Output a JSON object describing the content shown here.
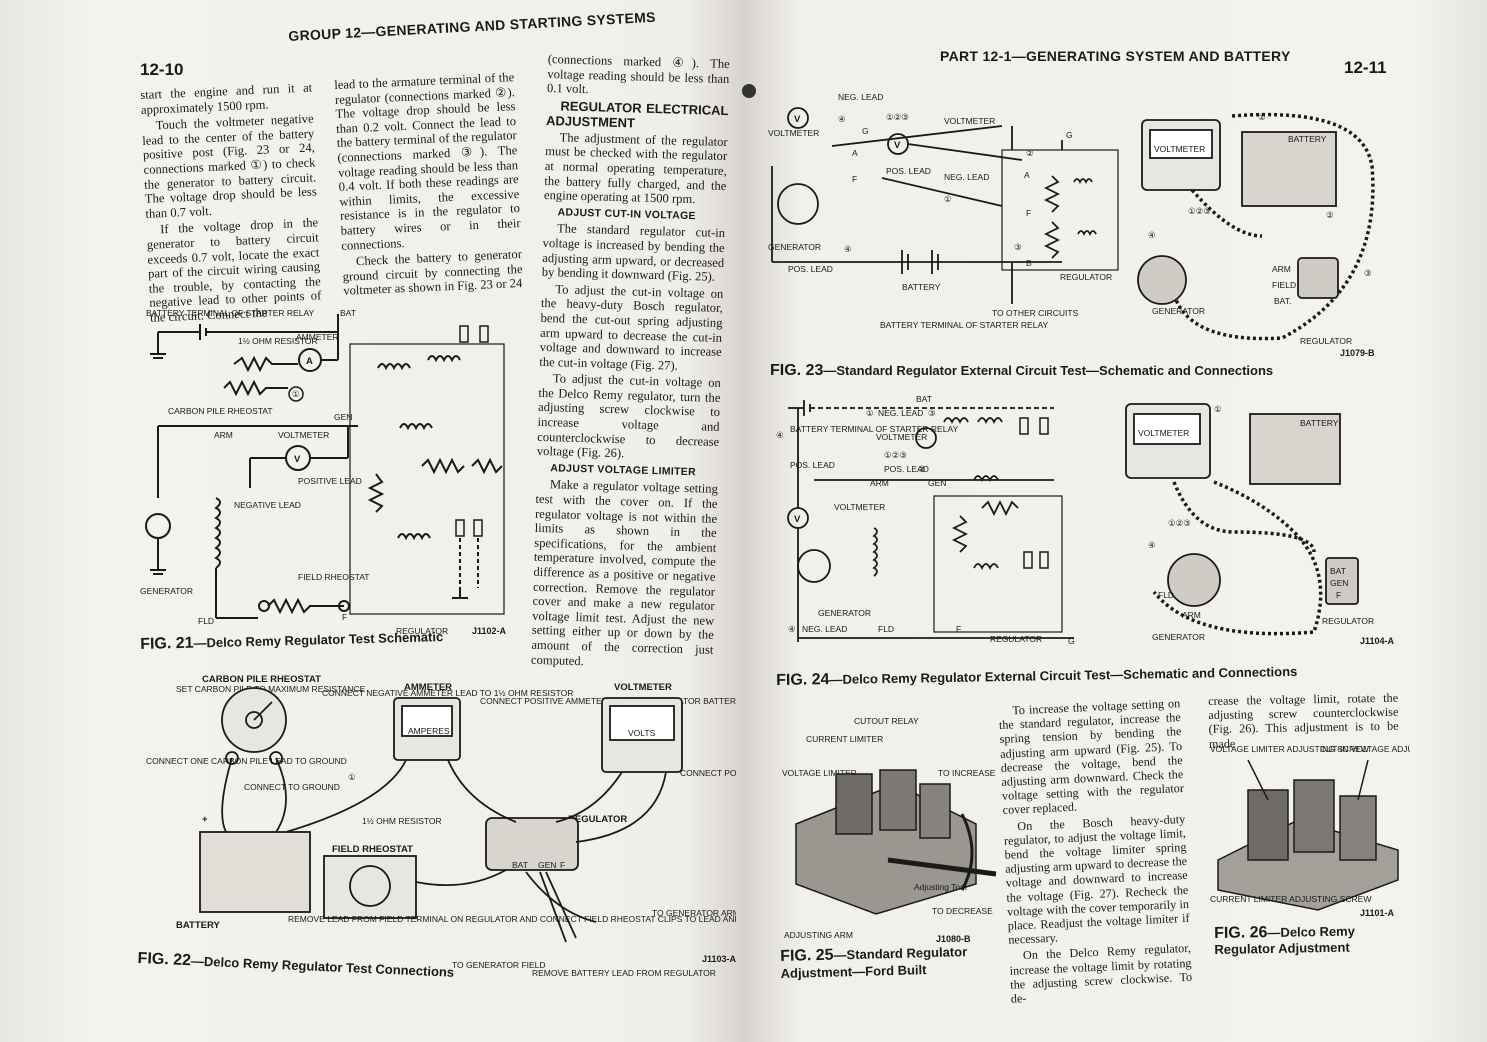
{
  "left_page": {
    "page_number": "12-10",
    "header_title": "GROUP 12—GENERATING AND STARTING SYSTEMS",
    "col1": [
      "start the engine and run it at approximately 1500 rpm.",
      "Touch the voltmeter negative lead to the center of the battery positive post (Fig. 23 or 24, connections marked ①) to check the generator to battery circuit. The voltage drop should be less than 0.7 volt.",
      "If the voltage drop in the generator to battery circuit exceeds 0.7 volt, locate the exact part of the circuit wiring causing the trouble, by contacting the negative lead to other points of the circuit. Connect the"
    ],
    "col2": [
      "lead to the armature terminal of the regulator (connections marked ②). The voltage drop should be less than 0.2 volt. Connect the lead to the battery terminal of the regulator (connections marked ③). The voltage reading should be less than 0.4 volt. If both these readings are within limits, the excessive resistance is in the regulator to battery wires or in their connections.",
      "Check the battery to generator ground circuit by connecting the voltmeter as shown in Fig. 23 or 24"
    ],
    "col3_intro": "(connections marked ④). The voltage reading should be less than 0.1 volt.",
    "col3_section": "REGULATOR ELECTRICAL ADJUSTMENT",
    "col3_p1": "The adjustment of the regulator must be checked with the regulator at normal operating temperature, the battery fully charged, and the engine operating at 1500 rpm.",
    "col3_sub1": "ADJUST CUT-IN VOLTAGE",
    "col3_p2": "The standard regulator cut-in voltage is increased by bending the adjusting arm upward, or decreased by bending it downward (Fig. 25).",
    "col3_p3": "To adjust the cut-in voltage on the heavy-duty Bosch regulator, bend the cut-out spring adjusting arm upward to decrease the cut-in voltage and downward to increase the cut-in voltage (Fig. 27).",
    "col3_p4": "To adjust the cut-in voltage on the Delco Remy regulator, turn the adjusting screw clockwise to increase voltage and counterclockwise to decrease voltage (Fig. 26).",
    "col3_sub2": "ADJUST VOLTAGE LIMITER",
    "col3_p5": "Make a regulator voltage setting test with the cover on. If the regulator voltage is not within the limits as shown in the specifications, for the ambient temperature involved, compute the difference as a positive or negative correction. Remove the regulator cover and make a new regulator voltage limit test. Adjust the new setting either up or down by the amount of the correction just computed.",
    "fig21": {
      "caption_num": "FIG. 21",
      "caption_text": "—Delco Remy Regulator Test Schematic",
      "code": "J1102-A",
      "labels": {
        "battery_terminal": "BATTERY TERMINAL OF STARTER RELAY",
        "resistor": "1½ OHM RESISTOR",
        "ammeter": "AMMETER",
        "carbon_pile": "CARBON PILE RHEOSTAT",
        "bat": "BAT",
        "gen": "GEN",
        "arm": "ARM",
        "voltmeter": "VOLTMETER",
        "positive_lead": "POSITIVE LEAD",
        "negative_lead": "NEGATIVE LEAD",
        "generator": "GENERATOR",
        "field_rheostat": "FIELD RHEOSTAT",
        "fld": "FLD",
        "f": "F",
        "regulator": "REGULATOR",
        "a": "A",
        "v": "V",
        "one": "①"
      }
    },
    "fig22": {
      "caption_num": "FIG. 22",
      "caption_text": "—Delco Remy Regulator Test Connections",
      "code": "J1103-A",
      "labels": {
        "carbon_pile": "CARBON PILE RHEOSTAT",
        "set_carbon": "SET CARBON PILE TO MAXIMUM RESISTANCE",
        "connect_neg": "CONNECT NEGATIVE AMMETER LEAD TO 1½ OHM RESISTOR",
        "ammeter": "AMMETER",
        "amperes": "AMPERES",
        "connect_pos": "CONNECT POSITIVE AMMETER LEAD TO REGULATOR BATTERY TERMINAL",
        "voltmeter": "VOLTMETER",
        "volts": "VOLTS",
        "connect_one": "CONNECT ONE CARBON PILE LEAD TO GROUND",
        "connect_ground": "CONNECT TO GROUND",
        "connect_positive_voltmeter": "CONNECT POSITIVE VOLTMETER LEAD TO GENERATOR TERMINAL",
        "ohm_resistor": "1½ OHM RESISTOR",
        "regulator": "REGULATOR",
        "field_rheostat": "FIELD RHEOSTAT",
        "battery": "BATTERY",
        "remove_lead": "REMOVE LEAD FROM FIELD TERMINAL ON REGULATOR AND CONNECT FIELD RHEOSTAT CLIPS TO LEAD AND TERMINAL",
        "to_gen_field": "TO GENERATOR FIELD",
        "remove_battery": "REMOVE BATTERY LEAD FROM REGULATOR",
        "to_gen_arm": "TO GENERATOR ARMATURE",
        "bat": "BAT",
        "gen": "GEN",
        "f": "F",
        "plus": "+",
        "minus": "−",
        "one": "①"
      }
    }
  },
  "right_page": {
    "page_number": "12-11",
    "header_title": "PART 12-1—GENERATING SYSTEM AND BATTERY",
    "fig23": {
      "caption_num": "FIG. 23",
      "caption_text": "—Standard Regulator External Circuit Test—Schematic and Connections",
      "code": "J1079-B",
      "labels": {
        "neg_lead": "NEG. LEAD",
        "voltmeter": "VOLTMETER",
        "pos_lead": "POS. LEAD",
        "generator": "GENERATOR",
        "battery": "BATTERY",
        "battery_terminal": "BATTERY TERMINAL OF STARTER RELAY",
        "to_other": "TO OTHER CIRCUITS",
        "regulator": "REGULATOR",
        "arm": "ARM",
        "field": "FIELD",
        "bat": "BAT.",
        "g": "G",
        "a": "A",
        "f": "F",
        "b": "B",
        "v": "V",
        "voltmeter_face": "VOLTMETER",
        "c123": "①②③",
        "c1": "①",
        "c2": "②",
        "c3": "③",
        "c4": "④"
      }
    },
    "fig24": {
      "caption_num": "FIG. 24",
      "caption_text": "—Delco Remy Regulator External Circuit Test—Schematic and Connections",
      "code": "J1104-A",
      "labels": {
        "neg_lead": "NEG. LEAD",
        "battery_terminal": "BATTERY TERMINAL OF STARTER RELAY",
        "voltmeter": "VOLTMETER",
        "pos_lead": "POS. LEAD",
        "bat": "BAT",
        "arm": "ARM",
        "gen": "GEN",
        "generator": "GENERATOR",
        "neg_lead2": "NEG. LEAD",
        "fld": "FLD",
        "f": "F",
        "regulator": "REGULATOR",
        "g": "G",
        "battery": "BATTERY",
        "voltmeter_face": "VOLTMETER",
        "c123": "①②③",
        "c1": "①",
        "c2": "②",
        "c3": "③",
        "c4": "④",
        "v": "V",
        "gen_label": "GEN",
        "bat_label": "BAT",
        "f_label": "F"
      }
    },
    "fig25": {
      "caption_num": "FIG. 25",
      "caption_text": "—Standard Regulator Adjustment—Ford Built",
      "code": "J1080-B",
      "labels": {
        "current_limiter": "CURRENT LIMITER",
        "cutout_relay": "CUTOUT RELAY",
        "voltage_limiter": "VOLTAGE LIMITER",
        "to_increase": "TO INCREASE",
        "adjusting_tool": "Adjusting Tool",
        "to_decrease": "TO DECREASE",
        "adjusting_arm": "ADJUSTING ARM"
      }
    },
    "text_col1": [
      "To increase the voltage setting on the standard regulator, increase the spring tension by bending the adjusting arm upward (Fig. 25). To decrease the voltage, bend the adjusting arm downward. Check the voltage setting with the regulator cover replaced.",
      "On the Bosch heavy-duty regulator, to adjust the voltage limit, bend the voltage limiter spring adjusting arm upward to decrease the voltage and downward to increase the voltage (Fig. 27). Recheck the voltage with the cover temporarily in place. Readjust the voltage limiter if necessary.",
      "On the Delco Remy regulator, increase the voltage limit by rotating the adjusting screw clockwise. To de-"
    ],
    "text_col2": "crease the voltage limit, rotate the adjusting screw counterclockwise (Fig. 26). This adjustment is to be made",
    "fig26": {
      "caption_num": "FIG. 26",
      "caption_text": "—Delco Remy Regulator Adjustment",
      "code": "J1101-A",
      "labels": {
        "voltage_limiter_screw": "VOLTAGE LIMITER ADJUSTING SCREW",
        "cutin_screw": "CUT-IN VOLTAGE ADJUSTING SCREW",
        "current_limiter_screw": "CURRENT LIMITER ADJUSTING SCREW"
      }
    }
  }
}
